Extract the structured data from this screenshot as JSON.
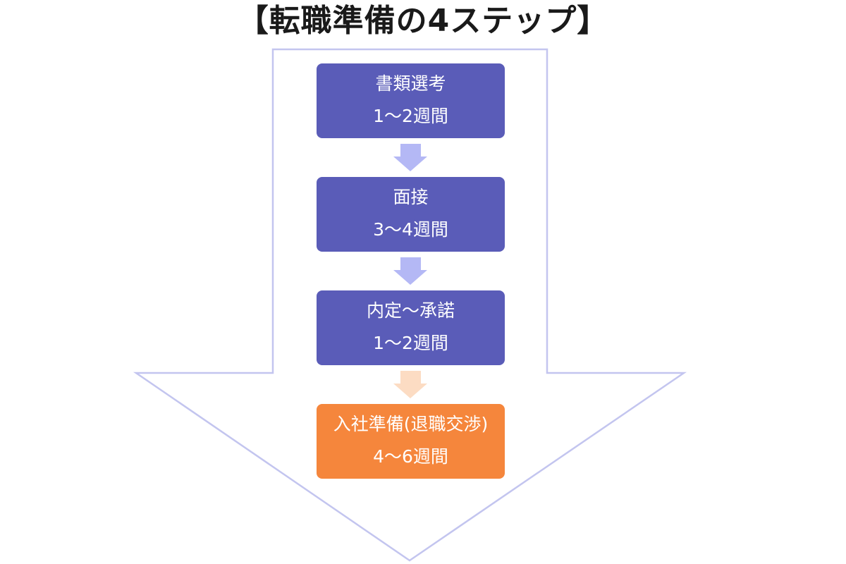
{
  "title": "【転職準備の4ステップ】",
  "colors": {
    "step_purple": "#5a5cb8",
    "step_orange": "#f5863c",
    "connector_purple": "#b4b8f5",
    "connector_peach": "#fcdcc3",
    "outline": "#c3c5ef"
  },
  "steps": [
    {
      "label": "書類選考",
      "duration": "1～2週間"
    },
    {
      "label": "面接",
      "duration": "3～4週間"
    },
    {
      "label": "内定～承諾",
      "duration": "1～2週間"
    },
    {
      "label": "入社準備(退職交渉)",
      "duration": "4～6週間"
    }
  ]
}
